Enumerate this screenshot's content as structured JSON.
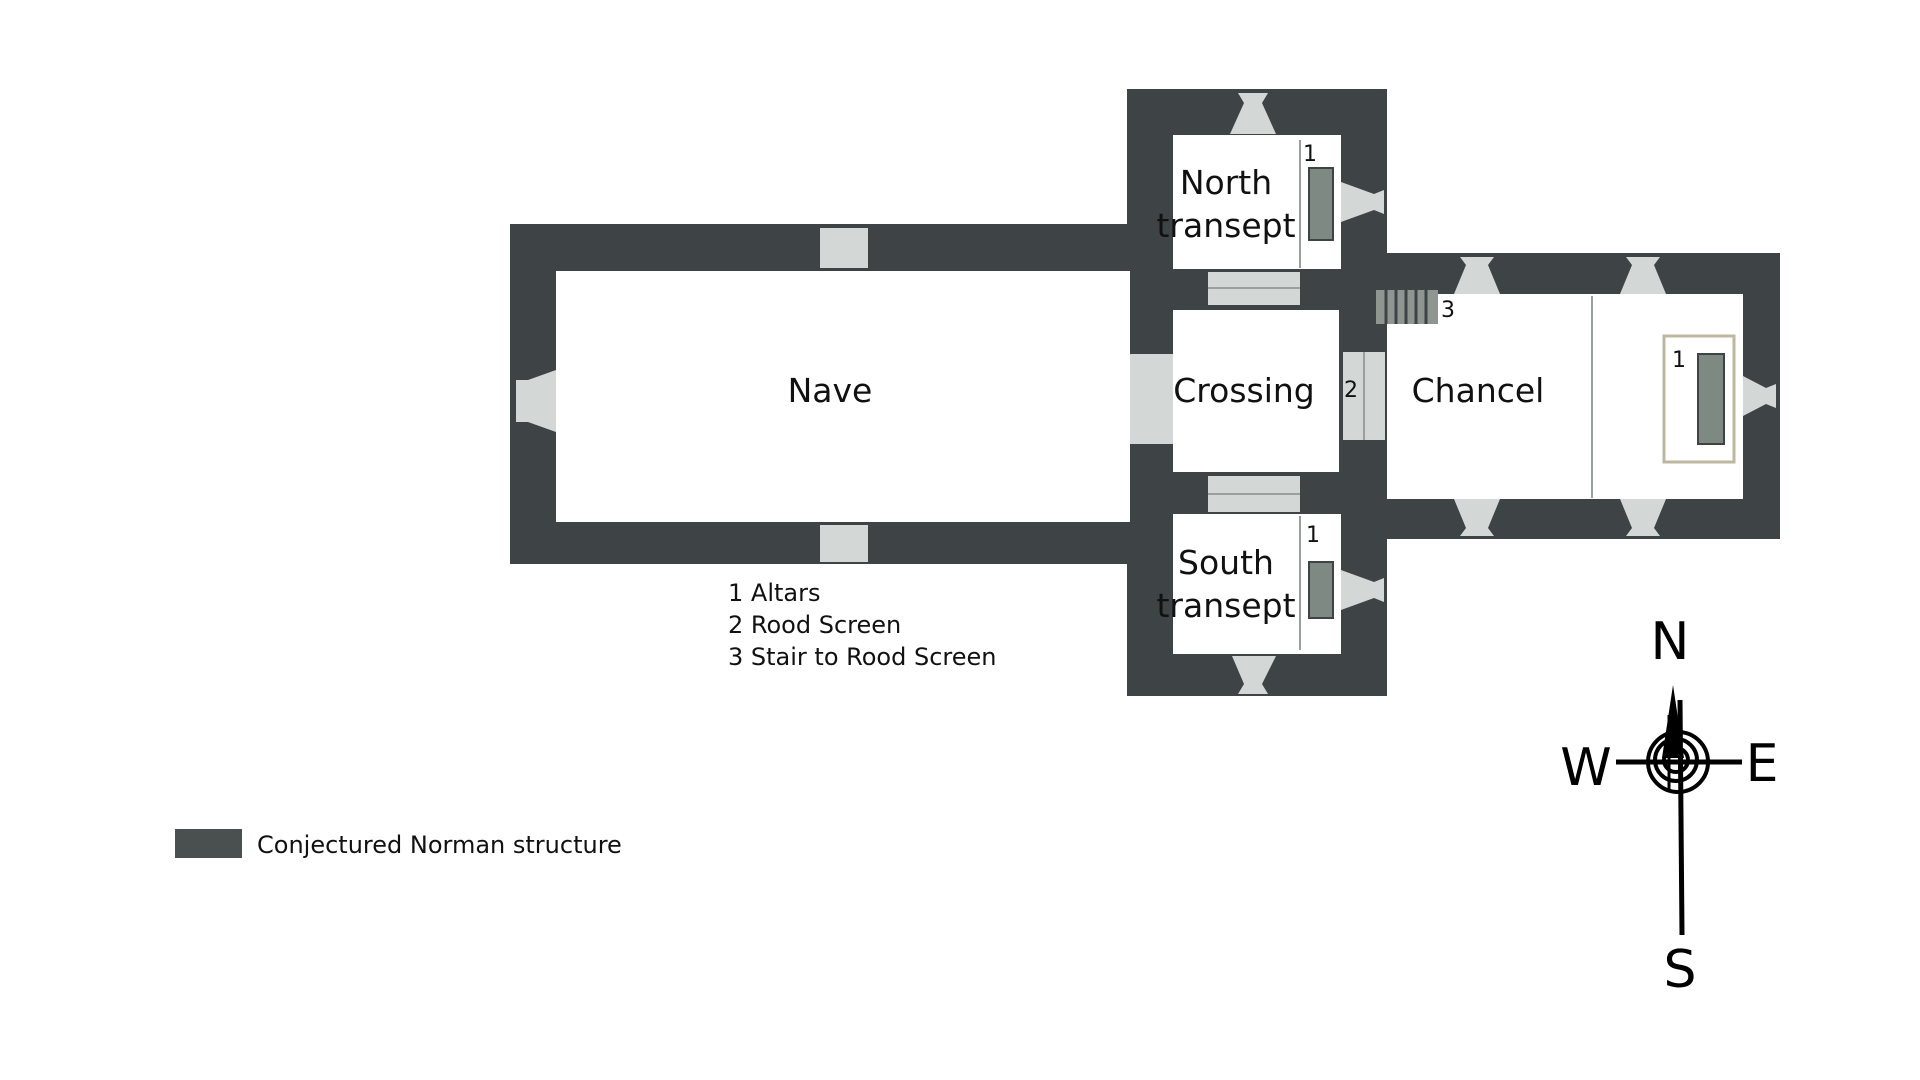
{
  "colors": {
    "wall": "#3e4346",
    "wall_light": "#4a4f50",
    "opening": "#d3d7d6",
    "room": "#ffffff",
    "altar": "#7f8984",
    "key_swatch": "#4a4f50"
  },
  "rooms": {
    "nave": "Nave",
    "crossing": "Crossing",
    "chancel": "Chancel",
    "north_transept_line1": "North",
    "north_transept_line2": "transept",
    "south_transept_line1": "South",
    "south_transept_line2": "transept"
  },
  "markers": {
    "altar_north": "1",
    "altar_south": "1",
    "altar_chancel": "1",
    "rood_screen": "2",
    "rood_stair": "3"
  },
  "legend": {
    "items": [
      "1 Altars",
      "2 Rood Screen",
      "3 Stair to Rood Screen"
    ]
  },
  "key": {
    "label": "Conjectured Norman structure"
  },
  "compass": {
    "north": "N",
    "south": "S",
    "east": "E",
    "west": "W"
  }
}
